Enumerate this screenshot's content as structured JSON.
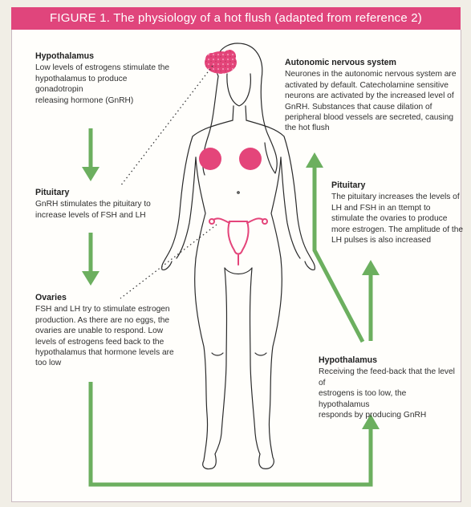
{
  "figure": {
    "title": "FIGURE 1. The physiology of a hot flush (adapted from reference 2)",
    "colors": {
      "banner": "#e0457c",
      "arrow": "#6caf5f",
      "highlight": "#e4457a",
      "background": "#f1eee6"
    }
  },
  "labels": {
    "hypothalamus_left": {
      "heading": "Hypothalamus",
      "lines": [
        "Low levels of estrogens stimulate the",
        "hypothalamus to produce",
        "gonadotropin",
        "releasing hormone (GnRH)"
      ]
    },
    "pituitary_left": {
      "heading": "Pituitary",
      "lines": [
        "GnRH stimulates the pituitary to",
        "increase levels of FSH and LH"
      ]
    },
    "ovaries": {
      "heading": "Ovaries",
      "lines": [
        "FSH and LH try to stimulate estrogen",
        "production. As there are no eggs, the",
        "ovaries are unable to respond. Low",
        "levels of estrogens feed back to the",
        "hypothalamus that hormone levels are",
        "too low"
      ]
    },
    "autonomic": {
      "heading": "Autonomic nervous system",
      "lines": [
        "Neurones in the autonomic nervous system are",
        "activated by default. Catecholamine sensitive",
        "neurons are activated by the increased level of",
        "GnRH.  Substances that cause dilation of",
        "peripheral blood vessels are secreted, causing",
        "the hot flush"
      ]
    },
    "pituitary_right": {
      "heading": "Pituitary",
      "lines": [
        "The pituitary increases the levels of",
        "LH and FSH in an ttempt to",
        "stimulate the ovaries to produce",
        "more estrogen. The amplitude of the",
        "LH pulses is also increased"
      ]
    },
    "hypothalamus_right": {
      "heading": "Hypothalamus",
      "lines": [
        "Receiving the feed-back that the level of",
        "estrogens is too low, the hypothalamus",
        "responds by producing GnRH"
      ]
    }
  }
}
